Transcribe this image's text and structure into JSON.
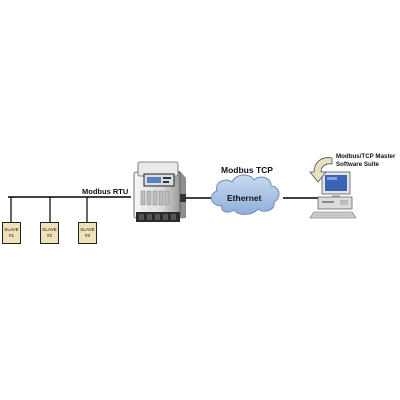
{
  "labels": {
    "modbus_rtu": "Modbus RTU",
    "modbus_tcp": "Modbus TCP",
    "ethernet": "Ethernet",
    "software_line1": "Modbus/TCP Master",
    "software_line2": "Software Suite"
  },
  "slaves": [
    {
      "name": "SLAVE",
      "number": "#1"
    },
    {
      "name": "SLAVE",
      "number": "#2"
    },
    {
      "name": "SLAVE",
      "number": "#3"
    }
  ],
  "colors": {
    "cloud": "#a9c3e3",
    "slave_fill": "#f0e2b8",
    "arrow_fill": "#e8dfc0",
    "screen": "#3a63b8",
    "line": "#000000"
  }
}
